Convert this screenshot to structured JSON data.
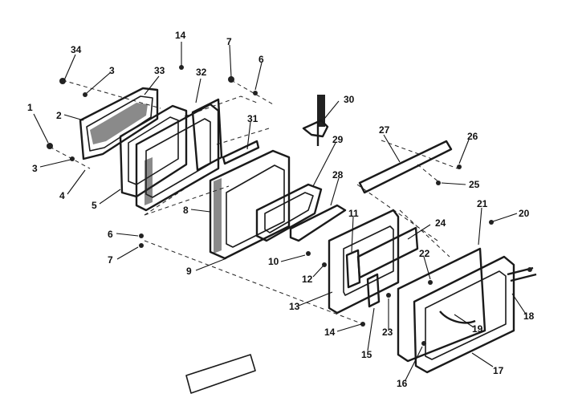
{
  "callouts": [
    {
      "id": "34",
      "text": "34"
    },
    {
      "id": "3a",
      "text": "3"
    },
    {
      "id": "33",
      "text": "33"
    },
    {
      "id": "14a",
      "text": "14"
    },
    {
      "id": "32",
      "text": "32"
    },
    {
      "id": "7a",
      "text": "7"
    },
    {
      "id": "6a",
      "text": "6"
    },
    {
      "id": "30",
      "text": "30"
    },
    {
      "id": "1",
      "text": "1"
    },
    {
      "id": "2",
      "text": "2"
    },
    {
      "id": "3b",
      "text": "3"
    },
    {
      "id": "4",
      "text": "4"
    },
    {
      "id": "5",
      "text": "5"
    },
    {
      "id": "31",
      "text": "31"
    },
    {
      "id": "29",
      "text": "29"
    },
    {
      "id": "27",
      "text": "27"
    },
    {
      "id": "26",
      "text": "26"
    },
    {
      "id": "25",
      "text": "25"
    },
    {
      "id": "28",
      "text": "28"
    },
    {
      "id": "8",
      "text": "8"
    },
    {
      "id": "21",
      "text": "21"
    },
    {
      "id": "20",
      "text": "20"
    },
    {
      "id": "11",
      "text": "11"
    },
    {
      "id": "24",
      "text": "24"
    },
    {
      "id": "6b",
      "text": "6"
    },
    {
      "id": "7b",
      "text": "7"
    },
    {
      "id": "9",
      "text": "9"
    },
    {
      "id": "10",
      "text": "10"
    },
    {
      "id": "22",
      "text": "22"
    },
    {
      "id": "12",
      "text": "12"
    },
    {
      "id": "13",
      "text": "13"
    },
    {
      "id": "18",
      "text": "18"
    },
    {
      "id": "19",
      "text": "19"
    },
    {
      "id": "14b",
      "text": "14"
    },
    {
      "id": "23",
      "text": "23"
    },
    {
      "id": "15",
      "text": "15"
    },
    {
      "id": "16",
      "text": "16"
    },
    {
      "id": "17",
      "text": "17"
    }
  ]
}
